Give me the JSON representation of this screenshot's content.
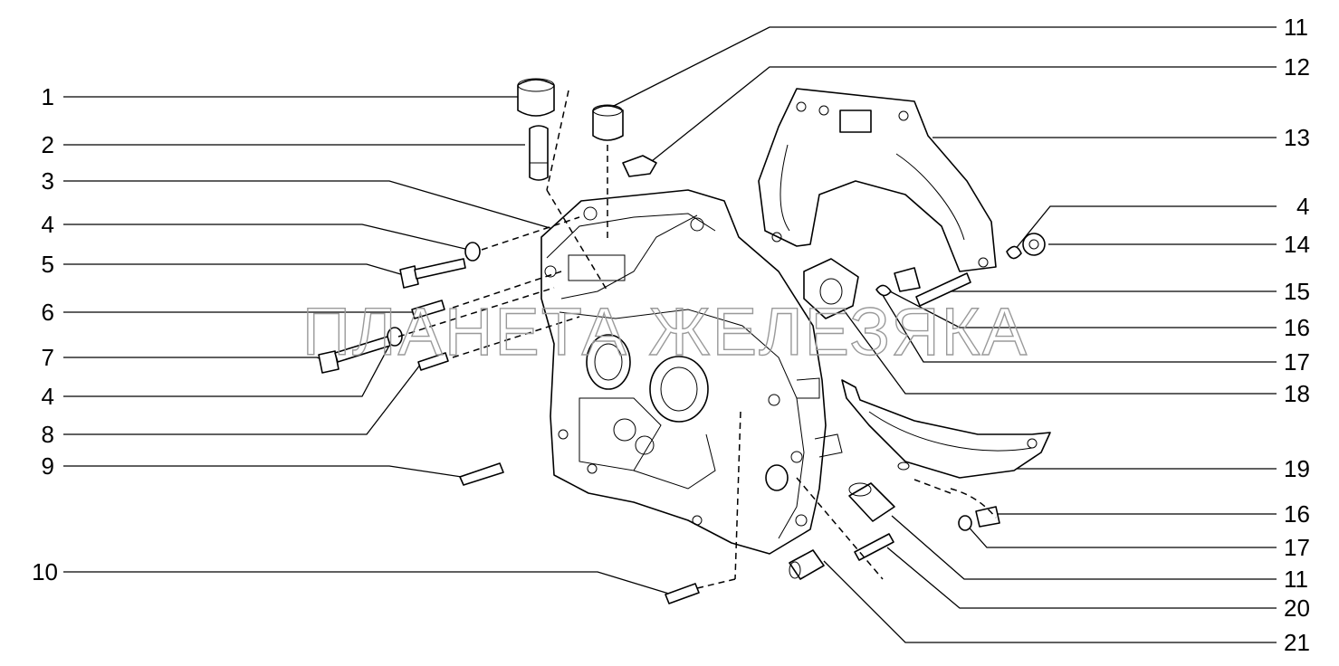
{
  "watermark": "ПЛАНЕТА ЖЕЛЕЗЯКА",
  "callouts_left": [
    "1",
    "2",
    "3",
    "4",
    "5",
    "6",
    "7",
    "4",
    "8",
    "9",
    "10"
  ],
  "callouts_right": [
    "11",
    "12",
    "13",
    "4",
    "14",
    "15",
    "16",
    "17",
    "18",
    "19",
    "16",
    "17",
    "11",
    "20",
    "21"
  ],
  "colors": {
    "ink": "#000000",
    "watermark": "#9a9a9a",
    "paper": "#ffffff"
  }
}
